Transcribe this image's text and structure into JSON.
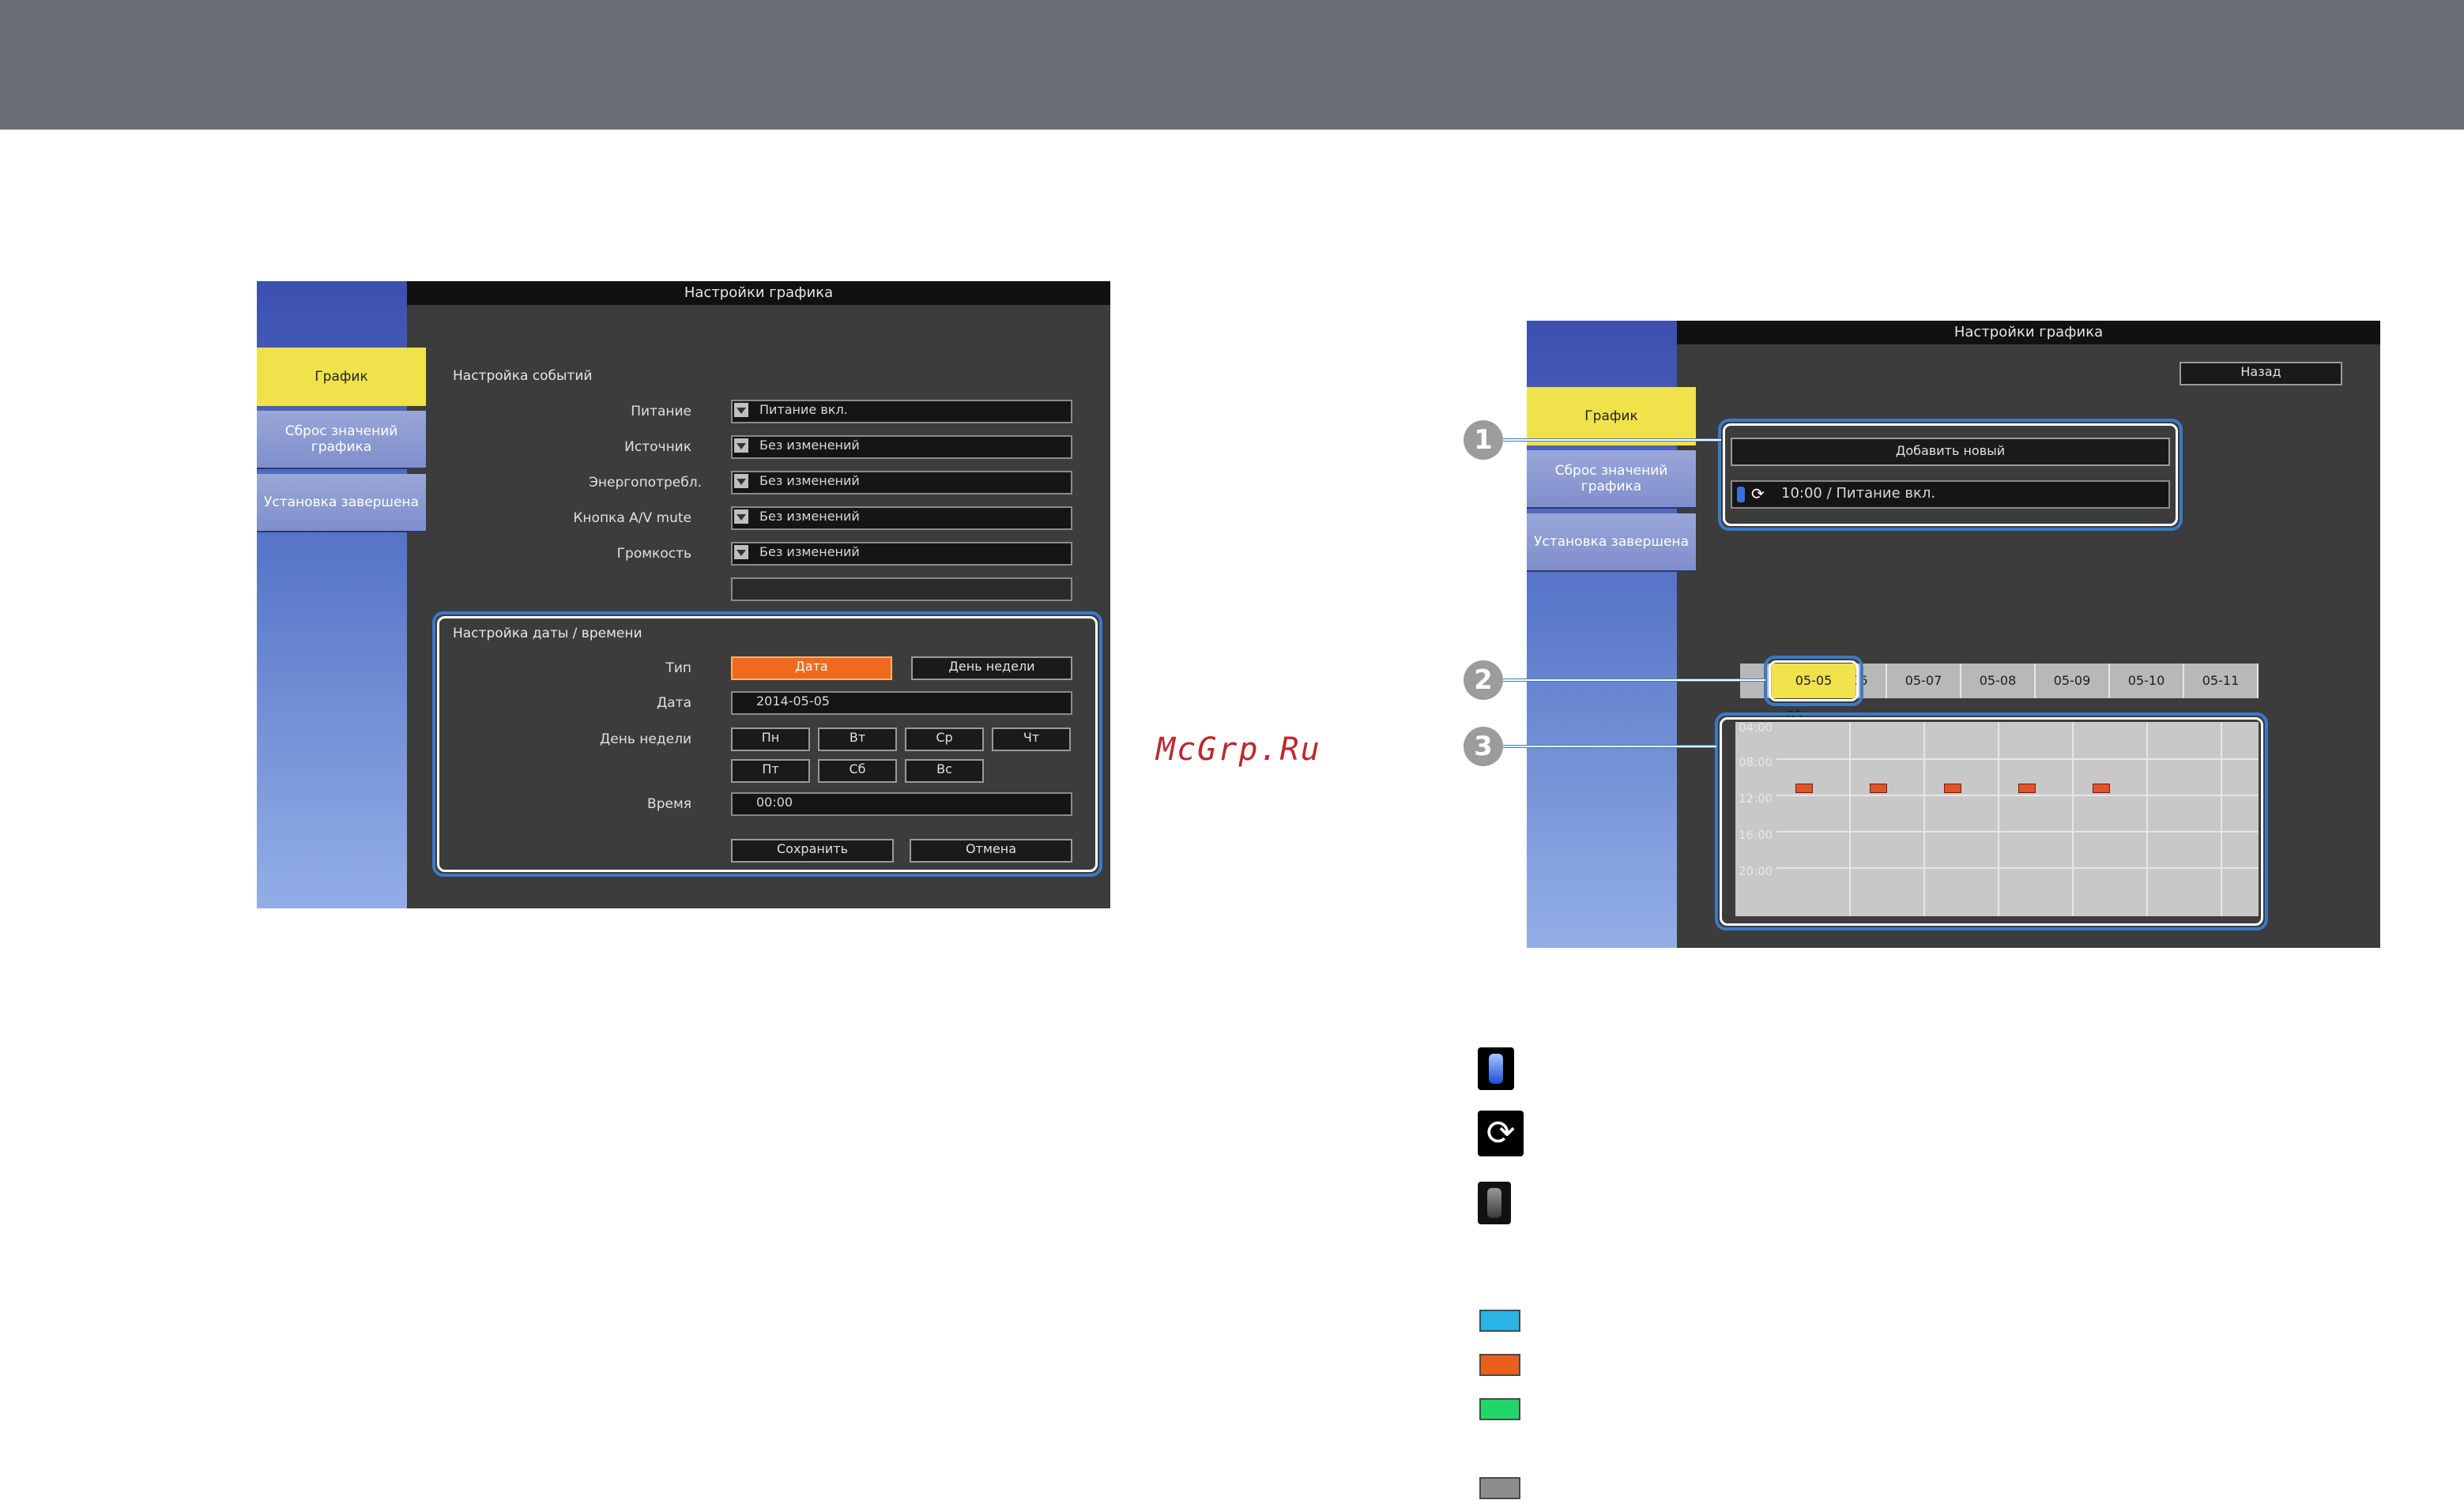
{
  "watermark": "McGrp.Ru",
  "left_screen": {
    "title": "Настройки графика",
    "tabs": [
      "График",
      "Сброс значений графика",
      "Установка завершена"
    ],
    "events_section": "Настройка событий",
    "event_rows": [
      {
        "label": "Питание",
        "value": "Питание вкл."
      },
      {
        "label": "Источник",
        "value": "Без изменений"
      },
      {
        "label": "Энергопотребл.",
        "value": "Без изменений"
      },
      {
        "label": "Кнопка A/V mute",
        "value": "Без изменений"
      },
      {
        "label": "Громкость",
        "value": "Без изменений"
      }
    ],
    "datetime_section": "Настройка даты / времени",
    "type_label": "Тип",
    "type_date": "Дата",
    "type_weekday": "День недели",
    "date_label": "Дата",
    "date_value": "2014-05-05",
    "weekday_label": "День недели",
    "weekdays": [
      "Пн",
      "Вт",
      "Ср",
      "Чт",
      "Пт",
      "Сб",
      "Вс"
    ],
    "time_label": "Время",
    "time_value": "00:00",
    "save": "Сохранить",
    "cancel": "Отмена"
  },
  "right_screen": {
    "title": "Настройки графика",
    "back": "Назад",
    "tabs": [
      "График",
      "Сброс значений графика",
      "Установка завершена"
    ],
    "add_new": "Добавить новый",
    "event_entry": "10:00 / Питание вкл.",
    "days": [
      "05-05",
      "05-06",
      "05-07",
      "05-08",
      "05-09",
      "05-10",
      "05-11"
    ],
    "hours": [
      "04:00",
      "08:00",
      "12:00",
      "16:00",
      "20:00"
    ],
    "callouts": [
      "1",
      "2",
      "3"
    ]
  },
  "legend_colors": {
    "cyan": "#29b3e6",
    "orange": "#e8601c",
    "green": "#22d66a",
    "gray": "#8c8c8c"
  }
}
